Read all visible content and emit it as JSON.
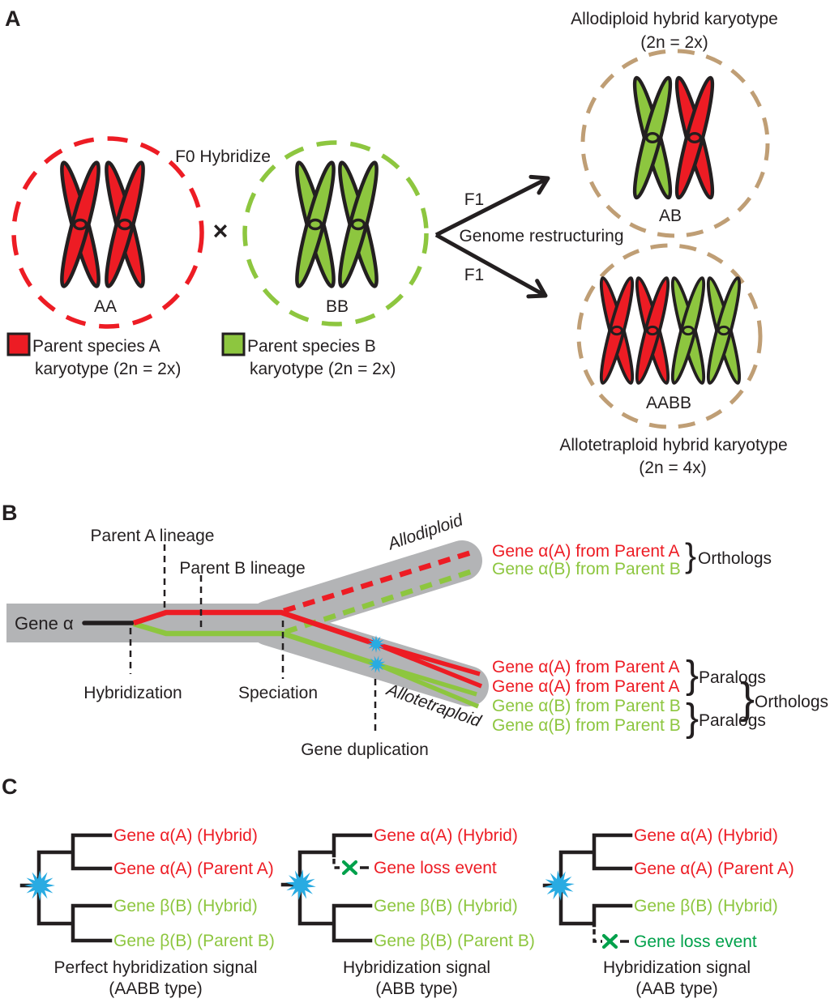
{
  "figure": {
    "panel_a": {
      "label": "A",
      "f0_hybridize": "F0 Hybridize",
      "cross_symbol": "×",
      "parent_a_label": "AA",
      "parent_b_label": "BB",
      "allodiploid_title_1": "Allodiploid hybrid karyotype",
      "allodiploid_title_2": "(2n = 2x)",
      "allodiploid_label": "AB",
      "f1_upper": "F1",
      "f1_lower": "F1",
      "genome_restructuring": "Genome restructuring",
      "allotetraploid_label": "AABB",
      "allotetraploid_title_1": "Allotetraploid hybrid karyotype",
      "allotetraploid_title_2": "(2n = 4x)",
      "legend_a_1": "Parent species A",
      "legend_a_2": "karyotype (2n = 2x)",
      "legend_b_1": "Parent species B",
      "legend_b_2": "karyotype (2n = 2x)"
    },
    "panel_b": {
      "label": "B",
      "gene_alpha": "Gene α",
      "parent_a_lineage": "Parent A lineage",
      "parent_b_lineage": "Parent B lineage",
      "hybridization": "Hybridization",
      "speciation": "Speciation",
      "gene_duplication": "Gene duplication",
      "allodiploid": "Allodiploid",
      "allotetraploid": "Allotetraploid",
      "diploid_gene_a": "Gene α(A) from Parent A",
      "diploid_gene_b": "Gene α(B) from Parent B",
      "diploid_orthologs": "Orthologs",
      "tetra_gene_a1": "Gene α(A) from Parent A",
      "tetra_gene_a2": "Gene α(A) from Parent A",
      "tetra_gene_b1": "Gene α(B) from Parent B",
      "tetra_gene_b2": "Gene α(B) from Parent B",
      "tetra_paralogs_a": "Paralogs",
      "tetra_orthologs": "Orthologs",
      "tetra_paralogs_b": "Paralogs",
      "brace": "}"
    },
    "panel_c": {
      "label": "C",
      "trees": [
        {
          "leaf1": "Gene α(A) (Hybrid)",
          "leaf2": "Gene α(A) (Parent A)",
          "leaf3": "Gene β(B) (Hybrid)",
          "leaf4": "Gene β(B) (Parent B)",
          "caption1": "Perfect hybridization signal",
          "caption2": "(AABB type)"
        },
        {
          "leaf1": "Gene α(A) (Hybrid)",
          "leaf2": "Gene loss event",
          "leaf3": "Gene β(B) (Hybrid)",
          "leaf4": "Gene β(B) (Parent B)",
          "caption1": "Hybridization signal",
          "caption2": "(ABB type)"
        },
        {
          "leaf1": "Gene α(A) (Hybrid)",
          "leaf2": "Gene α(A) (Parent A)",
          "leaf3": "Gene β(B) (Hybrid)",
          "leaf4": "Gene loss event",
          "caption1": "Hybridization signal",
          "caption2": "(AAB type)"
        }
      ]
    },
    "colors": {
      "parent_a_red": "#ed1c24",
      "parent_b_green": "#8dc63f",
      "hybrid_circle_tan": "#bf9e75",
      "lineage_band_gray": "#b3b4b6",
      "event_star_cyan": "#29abe2",
      "gene_loss_cross_green": "#00a14b",
      "line_black": "#231f20"
    },
    "icons": {
      "chromosome": "x-shaped-chromosome-icon",
      "duplication_star": "starburst-icon",
      "gene_loss_cross": "x-mark-icon",
      "f1_arrow": "arrow-icon"
    }
  }
}
